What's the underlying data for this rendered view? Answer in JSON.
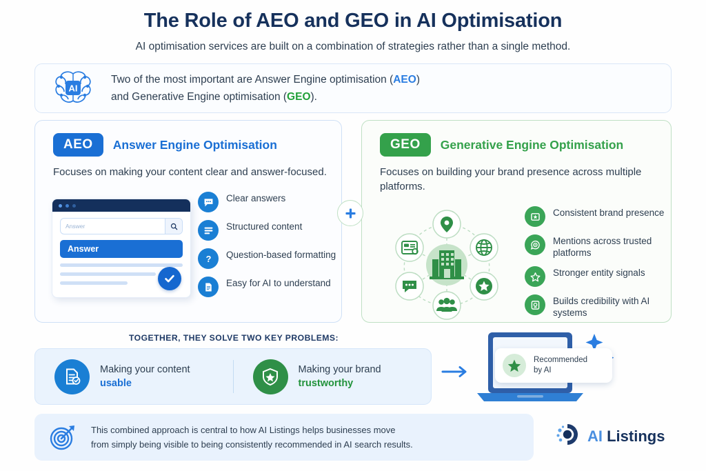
{
  "header": {
    "title": "The Role of AEO and GEO in AI Optimisation",
    "subtitle": "AI optimisation services are built on a combination of strategies rather than a single method."
  },
  "banner": {
    "icon": "ai-brain-icon",
    "icon_label": "AI",
    "line1_before": "Two of the most important are Answer Engine optimisation (",
    "line1_highlight": "AEO",
    "line1_after": ")",
    "line2_before": "and Generative Engine optimisation (",
    "line2_highlight": "GEO",
    "line2_after": ")."
  },
  "plus_badge": "+",
  "aeo_panel": {
    "badge": "AEO",
    "title": "Answer Engine Optimisation",
    "description": "Focuses on making your content clear and answer-focused.",
    "mock": {
      "search_placeholder": "Answer",
      "search_icon": "magnifier-icon",
      "answer_label": "Answer",
      "check_icon": "check-circle-icon"
    },
    "features": [
      {
        "icon": "chat-bubble-icon",
        "label": "Clear answers"
      },
      {
        "icon": "list-lines-icon",
        "label": "Structured content"
      },
      {
        "icon": "question-mark-icon",
        "label": "Question-based formatting"
      },
      {
        "icon": "document-icon",
        "label": "Easy for AI to understand"
      }
    ]
  },
  "geo_panel": {
    "badge": "GEO",
    "title": "Generative Engine Optimisation",
    "description": "Focuses on building your brand presence across multiple platforms.",
    "hub": {
      "center_icon": "building-icon",
      "nodes": [
        "location-pin-icon",
        "globe-icon",
        "star-badge-icon",
        "people-group-icon",
        "chat-bubble-icon",
        "listing-card-icon"
      ]
    },
    "features": [
      {
        "icon": "brand-flag-icon",
        "label": "Consistent brand presence"
      },
      {
        "icon": "target-mention-icon",
        "label": "Mentions across trusted platforms"
      },
      {
        "icon": "star-signal-icon",
        "label": "Stronger entity signals"
      },
      {
        "icon": "credibility-badge-icon",
        "label": "Builds credibility with AI systems"
      }
    ]
  },
  "together": {
    "label": "TOGETHER, THEY SOLVE TWO KEY PROBLEMS:",
    "problems": [
      {
        "icon": "document-check-icon",
        "line1": "Making your content",
        "line2": "usable"
      },
      {
        "icon": "shield-star-icon",
        "line1": "Making your brand",
        "line2": "trustworthy"
      }
    ],
    "arrow": "right-arrow-icon",
    "laptop": {
      "icon": "laptop-icon",
      "card_icon": "green-star-icon",
      "card_line1": "Recommended",
      "card_line2": "by AI",
      "sparkles": "sparkle-icon"
    }
  },
  "footer": {
    "icon": "target-arrow-icon",
    "line1": "This combined approach is central to how AI Listings helps businesses move",
    "line2": "from simply being visible to being consistently recommended in AI search results.",
    "brand_icon": "ai-listings-logo-icon",
    "brand_ai": "AI",
    "brand_name": " Listings"
  },
  "colors": {
    "aeo_blue": "#1a6fd4",
    "geo_green": "#34a14b",
    "navy": "#16315c"
  }
}
